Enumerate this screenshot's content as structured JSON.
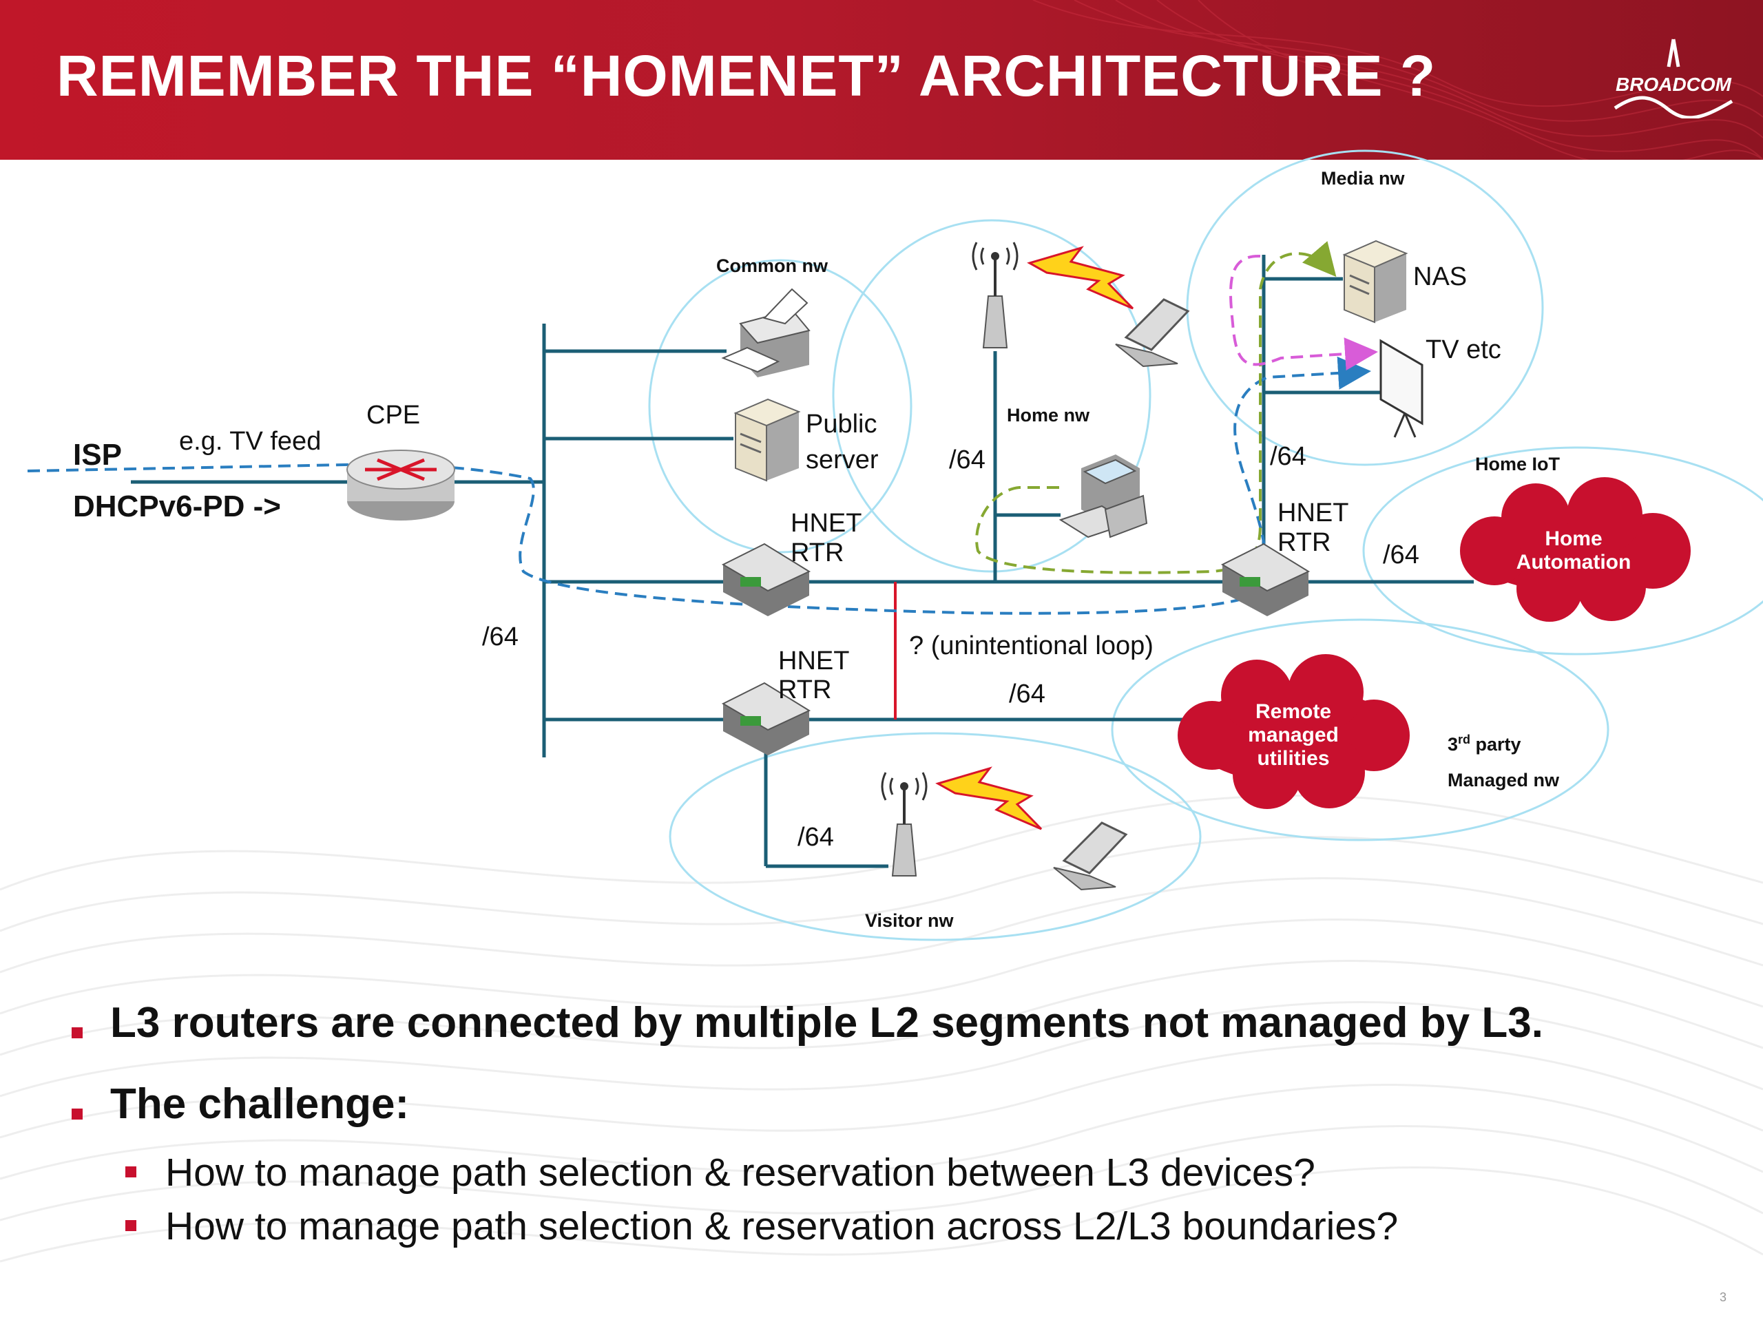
{
  "slide": {
    "title": "REMEMBER THE “HOMENET” ARCHITECTURE ?",
    "logo": "BROADCOM",
    "page_number": "3"
  },
  "diagram": {
    "isp": "ISP",
    "tv_feed": "e.g. TV feed",
    "dhcp": "DHCPv6-PD ->",
    "cpe": "CPE",
    "common_nw": "Common nw",
    "public_server": [
      "Public",
      "server"
    ],
    "home_nw": "Home nw",
    "media_nw": "Media nw",
    "nas": "NAS",
    "tv_etc": "TV etc",
    "home_iot": "Home IoT",
    "home_automation": [
      "Home",
      "Automation"
    ],
    "hnet_rtr": [
      "HNET",
      "RTR"
    ],
    "prefix": "/64",
    "loop": "? (unintentional loop)",
    "remote_utilities": [
      "Remote",
      "managed",
      "utilities"
    ],
    "third_party": "3rd party",
    "third_party_sup": "rd",
    "managed_nw": "Managed nw",
    "visitor_nw": "Visitor nw"
  },
  "bullets": [
    {
      "text": "L3 routers are connected by multiple L2 segments not managed by L3.",
      "level": 1
    },
    {
      "text": "The challenge:",
      "level": 1
    },
    {
      "text": "How to manage path selection & reservation between L3 devices?",
      "level": 2
    },
    {
      "text": "How to manage path selection & reservation across L2/L3 boundaries?",
      "level": 2
    }
  ],
  "colors": {
    "brand_red": "#c01729",
    "network_line": "#1b5e75",
    "ellipse": "#a8e0f2",
    "loop_red": "#d8152a",
    "path_blue": "#2a7ec0",
    "path_green": "#86a832",
    "path_magenta": "#d85cd8",
    "bolt": "#ffd21a"
  }
}
